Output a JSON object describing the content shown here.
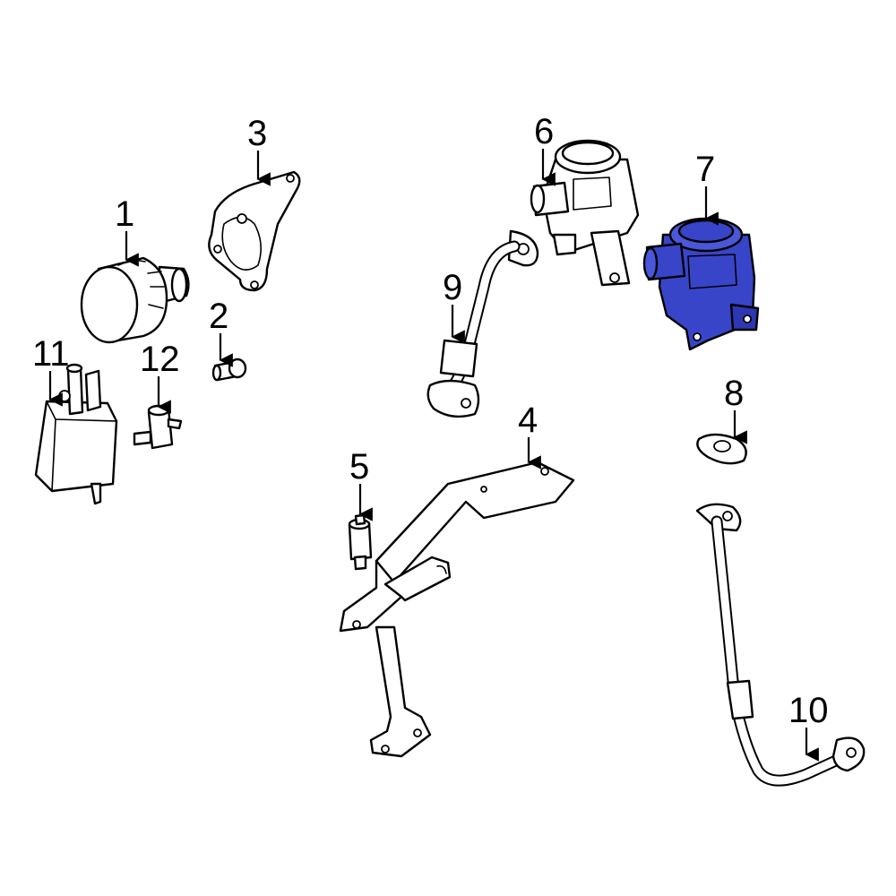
{
  "diagram": {
    "highlight_color": "#3845c8",
    "highlight_dark": "#1e2a9a",
    "parts": [
      {
        "id": "p1",
        "label": "1"
      },
      {
        "id": "p2",
        "label": "2"
      },
      {
        "id": "p3",
        "label": "3"
      },
      {
        "id": "p4",
        "label": "4"
      },
      {
        "id": "p5",
        "label": "5"
      },
      {
        "id": "p6",
        "label": "6"
      },
      {
        "id": "p7",
        "label": "7",
        "highlighted": true
      },
      {
        "id": "p8",
        "label": "8"
      },
      {
        "id": "p9",
        "label": "9"
      },
      {
        "id": "p10",
        "label": "10"
      },
      {
        "id": "p11",
        "label": "11"
      },
      {
        "id": "p12",
        "label": "12"
      }
    ]
  }
}
